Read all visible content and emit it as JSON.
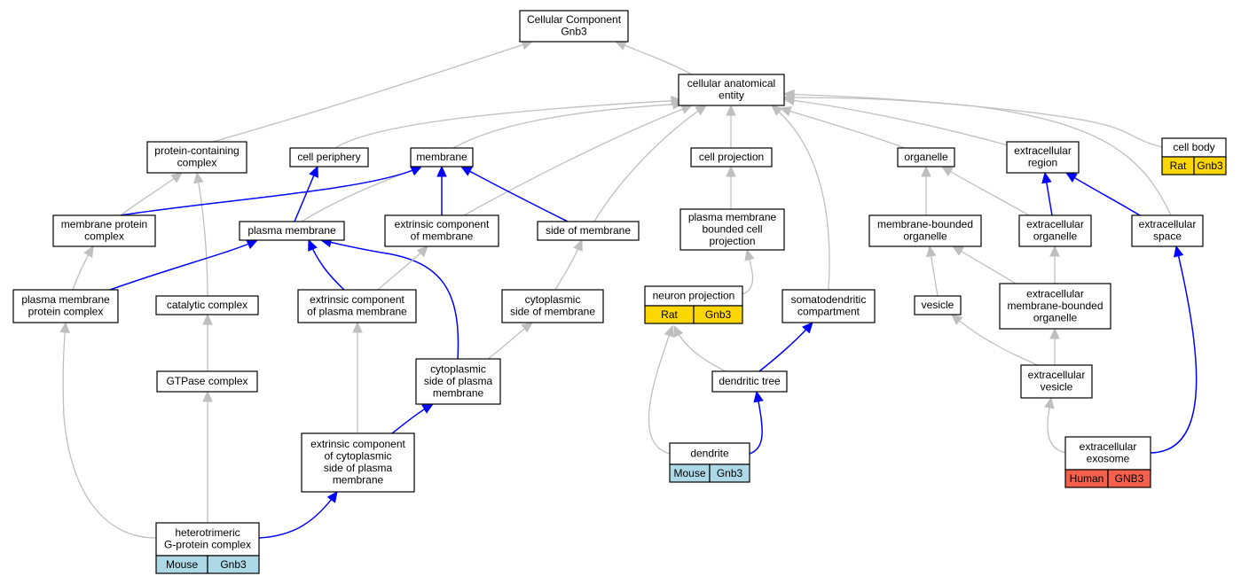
{
  "colors": {
    "gray_edge": "#bfbfbf",
    "blue_edge": "#0000ff",
    "mouse": "#add8e6",
    "rat": "#ffd700",
    "human": "#f4604c"
  },
  "nodes": {
    "root": {
      "lines": [
        "Cellular Component",
        "Gnb3"
      ]
    },
    "cae": {
      "lines": [
        "cellular anatomical",
        "entity"
      ]
    },
    "pcc": {
      "lines": [
        "protein-containing",
        "complex"
      ]
    },
    "cper": {
      "lines": [
        "cell periphery"
      ]
    },
    "mem": {
      "lines": [
        "membrane"
      ]
    },
    "cproj": {
      "lines": [
        "cell projection"
      ]
    },
    "org": {
      "lines": [
        "organelle"
      ]
    },
    "ecr": {
      "lines": [
        "extracellular",
        "region"
      ]
    },
    "cbody": {
      "lines": [
        "cell body"
      ],
      "badges": [
        {
          "text": "Rat",
          "color": "#ffd700"
        },
        {
          "text": "Gnb3",
          "color": "#ffd700"
        }
      ]
    },
    "mpc": {
      "lines": [
        "membrane protein",
        "complex"
      ]
    },
    "pm": {
      "lines": [
        "plasma membrane"
      ]
    },
    "ecm": {
      "lines": [
        "extrinsic component",
        "of membrane"
      ]
    },
    "som": {
      "lines": [
        "side of membrane"
      ]
    },
    "pmbcp": {
      "lines": [
        "plasma membrane",
        "bounded cell",
        "projection"
      ]
    },
    "mbo": {
      "lines": [
        "membrane-bounded",
        "organelle"
      ]
    },
    "eco": {
      "lines": [
        "extracellular",
        "organelle"
      ]
    },
    "ecs": {
      "lines": [
        "extracellular",
        "space"
      ]
    },
    "pmpc": {
      "lines": [
        "plasma membrane",
        "protein complex"
      ]
    },
    "catc": {
      "lines": [
        "catalytic complex"
      ]
    },
    "ecpm": {
      "lines": [
        "extrinsic component",
        "of plasma membrane"
      ]
    },
    "csom": {
      "lines": [
        "cytoplasmic",
        "side of membrane"
      ]
    },
    "nproj": {
      "lines": [
        "neuron projection"
      ],
      "badges": [
        {
          "text": "Rat",
          "color": "#ffd700"
        },
        {
          "text": "Gnb3",
          "color": "#ffd700"
        }
      ]
    },
    "sdc": {
      "lines": [
        "somatodendritic",
        "compartment"
      ]
    },
    "ves": {
      "lines": [
        "vesicle"
      ]
    },
    "ecmbo": {
      "lines": [
        "extracellular",
        "membrane-bounded",
        "organelle"
      ]
    },
    "gtp": {
      "lines": [
        "GTPase complex"
      ]
    },
    "cspm": {
      "lines": [
        "cytoplasmic",
        "side of plasma",
        "membrane"
      ]
    },
    "dtree": {
      "lines": [
        "dendritic tree"
      ]
    },
    "ecv": {
      "lines": [
        "extracellular",
        "vesicle"
      ]
    },
    "eccspm": {
      "lines": [
        "extrinsic component",
        "of cytoplasmic",
        "side of plasma",
        "membrane"
      ]
    },
    "dend": {
      "lines": [
        "dendrite"
      ],
      "badges": [
        {
          "text": "Mouse",
          "color": "#add8e6"
        },
        {
          "text": "Gnb3",
          "color": "#add8e6"
        }
      ]
    },
    "ecex": {
      "lines": [
        "extracellular",
        "exosome"
      ],
      "badges": [
        {
          "text": "Human",
          "color": "#f4604c"
        },
        {
          "text": "GNB3",
          "color": "#f4604c"
        }
      ]
    },
    "hgpc": {
      "lines": [
        "heterotrimeric",
        "G-protein complex"
      ],
      "badges": [
        {
          "text": "Mouse",
          "color": "#add8e6"
        },
        {
          "text": "Gnb3",
          "color": "#add8e6"
        }
      ]
    }
  },
  "edges": [
    {
      "from": "cae",
      "to": "root",
      "color": "gray"
    },
    {
      "from": "pcc",
      "to": "root",
      "color": "gray"
    },
    {
      "from": "cper",
      "to": "cae",
      "color": "gray"
    },
    {
      "from": "mem",
      "to": "cae",
      "color": "gray"
    },
    {
      "from": "cproj",
      "to": "cae",
      "color": "gray"
    },
    {
      "from": "org",
      "to": "cae",
      "color": "gray"
    },
    {
      "from": "ecr",
      "to": "cae",
      "color": "gray"
    },
    {
      "from": "cbody",
      "to": "cae",
      "color": "gray"
    },
    {
      "from": "ecm",
      "to": "cae",
      "color": "gray"
    },
    {
      "from": "som",
      "to": "cae",
      "color": "gray"
    },
    {
      "from": "sdc",
      "to": "cae",
      "color": "gray"
    },
    {
      "from": "ecs",
      "to": "cae",
      "color": "gray"
    },
    {
      "from": "mpc",
      "to": "pcc",
      "color": "gray"
    },
    {
      "from": "catc",
      "to": "pcc",
      "color": "gray"
    },
    {
      "from": "pm",
      "to": "cper",
      "color": "blue"
    },
    {
      "from": "pm",
      "to": "mem",
      "color": "gray"
    },
    {
      "from": "mpc",
      "to": "mem",
      "color": "blue"
    },
    {
      "from": "ecm",
      "to": "mem",
      "color": "blue"
    },
    {
      "from": "som",
      "to": "mem",
      "color": "blue"
    },
    {
      "from": "pmbcp",
      "to": "cproj",
      "color": "gray"
    },
    {
      "from": "mbo",
      "to": "org",
      "color": "gray"
    },
    {
      "from": "eco",
      "to": "org",
      "color": "gray"
    },
    {
      "from": "eco",
      "to": "ecr",
      "color": "blue"
    },
    {
      "from": "ecs",
      "to": "ecr",
      "color": "blue"
    },
    {
      "from": "pmpc",
      "to": "mpc",
      "color": "gray"
    },
    {
      "from": "pmpc",
      "to": "pm",
      "color": "blue"
    },
    {
      "from": "ecpm",
      "to": "pm",
      "color": "blue"
    },
    {
      "from": "cspm",
      "to": "pm",
      "color": "blue"
    },
    {
      "from": "ecpm",
      "to": "ecm",
      "color": "gray"
    },
    {
      "from": "csom",
      "to": "som",
      "color": "gray"
    },
    {
      "from": "nproj",
      "to": "pmbcp",
      "color": "gray"
    },
    {
      "from": "ves",
      "to": "mbo",
      "color": "gray"
    },
    {
      "from": "ecmbo",
      "to": "mbo",
      "color": "gray"
    },
    {
      "from": "ecmbo",
      "to": "eco",
      "color": "gray"
    },
    {
      "from": "gtp",
      "to": "catc",
      "color": "gray"
    },
    {
      "from": "cspm",
      "to": "csom",
      "color": "gray"
    },
    {
      "from": "eccspm",
      "to": "cspm",
      "color": "blue"
    },
    {
      "from": "eccspm",
      "to": "ecpm",
      "color": "gray"
    },
    {
      "from": "dtree",
      "to": "nproj",
      "color": "gray"
    },
    {
      "from": "dtree",
      "to": "sdc",
      "color": "blue"
    },
    {
      "from": "ecv",
      "to": "ves",
      "color": "gray"
    },
    {
      "from": "ecv",
      "to": "ecmbo",
      "color": "gray"
    },
    {
      "from": "dend",
      "to": "nproj",
      "color": "gray"
    },
    {
      "from": "dend",
      "to": "dtree",
      "color": "blue"
    },
    {
      "from": "ecex",
      "to": "ecv",
      "color": "gray"
    },
    {
      "from": "ecex",
      "to": "ecs",
      "color": "blue"
    },
    {
      "from": "hgpc",
      "to": "gtp",
      "color": "gray"
    },
    {
      "from": "hgpc",
      "to": "pmpc",
      "color": "gray"
    },
    {
      "from": "hgpc",
      "to": "eccspm",
      "color": "blue"
    }
  ]
}
